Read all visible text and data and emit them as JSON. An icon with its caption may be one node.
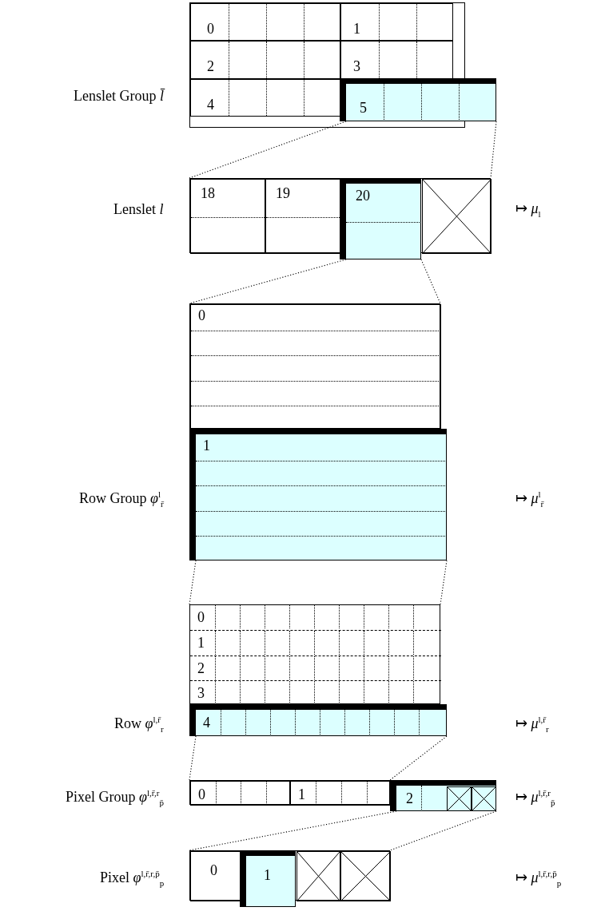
{
  "diagram": {
    "nodes": [
      {
        "text": [],
        "shape": "box",
        "beside": [
          "Lenslet Group *l̄*"
        ]
      },
      {
        "text": [
          "0"
        ],
        "in": 0
      },
      {
        "text": [
          "1"
        ],
        "in": 0
      },
      {
        "text": [
          "2"
        ],
        "in": 0
      },
      {
        "text": [
          "3"
        ],
        "in": 0
      },
      {
        "text": [
          "4"
        ],
        "in": 0
      },
      {
        "text": [
          "5"
        ]
      },
      {
        "text": [],
        "shape": "box",
        "beside": [
          "Lenslet *l*"
        ]
      },
      {
        "text": [
          "18"
        ],
        "in": 7
      },
      {
        "text": [
          "19"
        ],
        "in": 7
      },
      {
        "text": [
          "20"
        ]
      },
      {
        "text": [],
        "shape": "box",
        "in": 7
      },
      {
        "text": [],
        "shape": "box"
      },
      {
        "text": [
          "0"
        ],
        "in": 12
      },
      {
        "text": [
          "1"
        ],
        "beside": [
          "Row Group *φ*$^{l}$$_{r̄}$"
        ]
      },
      {
        "text": [],
        "shape": "box",
        "beside": [
          "Row *φ*$^{l,r̄}$$_{r}$"
        ]
      },
      {
        "text": [
          "0"
        ],
        "in": 15
      },
      {
        "text": [
          "1"
        ],
        "in": 15
      },
      {
        "text": [
          "2"
        ],
        "in": 15
      },
      {
        "text": [
          "3"
        ],
        "in": 15
      },
      {
        "text": [
          "4"
        ]
      },
      {
        "text": [],
        "shape": "box",
        "beside": [
          "Pixel Group *φ*$^{l,r̄,r}$$_{p̄}$"
        ]
      },
      {
        "text": [
          "0"
        ],
        "in": 21
      },
      {
        "text": [
          "1"
        ],
        "in": 21
      },
      {
        "text": [
          "2"
        ]
      },
      {
        "text": [],
        "shape": "box",
        "in": 24
      },
      {
        "text": [],
        "shape": "box",
        "in": 24
      },
      {
        "text": [],
        "shape": "box",
        "beside": [
          "Pixel *φ*$^{l,r̄,r,p̄}$$_{p}$"
        ]
      },
      {
        "text": [
          "0"
        ],
        "in": 27
      },
      {
        "text": [
          "1"
        ]
      },
      {
        "text": [],
        "shape": "box",
        "in": 27
      },
      {
        "text": [],
        "shape": "box",
        "in": 27
      }
    ],
    "edges": [
      {
        "from": 6,
        "to": 7,
        "arrow": "none",
        "style": "dashed"
      },
      {
        "from": 6,
        "to": 7,
        "arrow": "none",
        "style": "dashed"
      },
      {
        "from": 10,
        "to": 12,
        "arrow": "none",
        "style": "dashed"
      },
      {
        "from": 10,
        "to": 12,
        "arrow": "none",
        "style": "dashed"
      },
      {
        "from": 14,
        "to": 15,
        "arrow": "none",
        "style": "dashed"
      },
      {
        "from": 14,
        "to": 15,
        "arrow": "none",
        "style": "dashed"
      },
      {
        "from": 20,
        "to": 21,
        "arrow": "none",
        "style": "dashed"
      },
      {
        "from": 20,
        "to": 21,
        "arrow": "none",
        "style": "dashed"
      },
      {
        "from": 24,
        "to": 27,
        "arrow": "none",
        "style": "dashed"
      },
      {
        "from": 24,
        "to": 27,
        "arrow": "none",
        "style": "dashed"
      }
    ],
    "labels": [
      "↦ *μ*$_{l}$",
      "↦ *μ*$^{l}$$_{r̄}$",
      "↦ *μ*$^{l,r̄}$$_{r}$",
      "↦ *μ*$^{l,r̄,r}$$_{p̄}$",
      "↦ *μ*$^{l,r̄,r,p̄}$$_{p}$"
    ]
  }
}
